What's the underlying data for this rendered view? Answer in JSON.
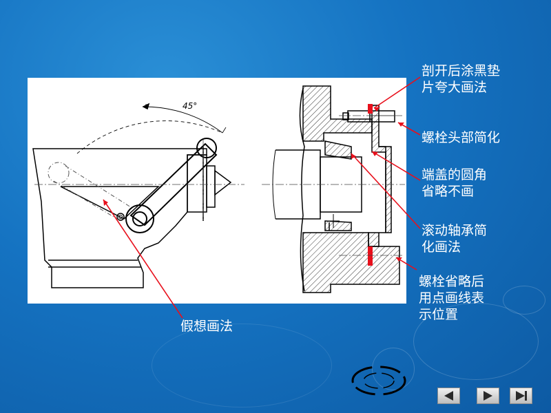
{
  "drawing": {
    "angle_label": "45°"
  },
  "annotations": {
    "gasket": "剖开后涂黑垫\n片夸大画法",
    "bolt_head": "螺栓头部简化",
    "end_cap": "端盖的圆角\n省略不画",
    "bearing": "滚动轴承简\n化画法",
    "bolt_omit": "螺栓省略后\n用点画线表\n示位置",
    "phantom": "假想画法"
  },
  "colors": {
    "background": "#1573c2",
    "leader": "#e8101c",
    "text": "#ffffff"
  },
  "nav": {
    "prev_icon": "triangle-left-icon",
    "next_icon": "triangle-right-icon",
    "last_icon": "skip-to-end-icon"
  }
}
